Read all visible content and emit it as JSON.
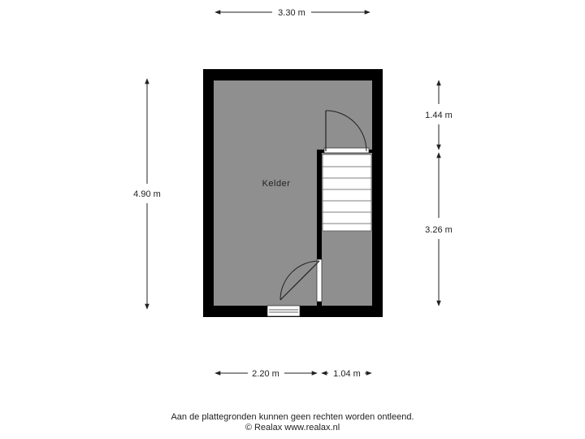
{
  "colors": {
    "wall": "#000000",
    "floor": "#8f8f8f",
    "stair": "#ffffff",
    "line": "#222222"
  },
  "room": {
    "name": "Kelder"
  },
  "dimensions": {
    "top_width": "3.30 m",
    "left_height": "4.90 m",
    "right_upper": "1.44 m",
    "right_lower": "3.26 m",
    "bottom_left": "2.20 m",
    "bottom_right": "1.04 m"
  },
  "footer": {
    "disclaimer": "Aan de plattegronden kunnen geen rechten worden ontleend.",
    "copyright": "© Realax www.realax.nl"
  }
}
